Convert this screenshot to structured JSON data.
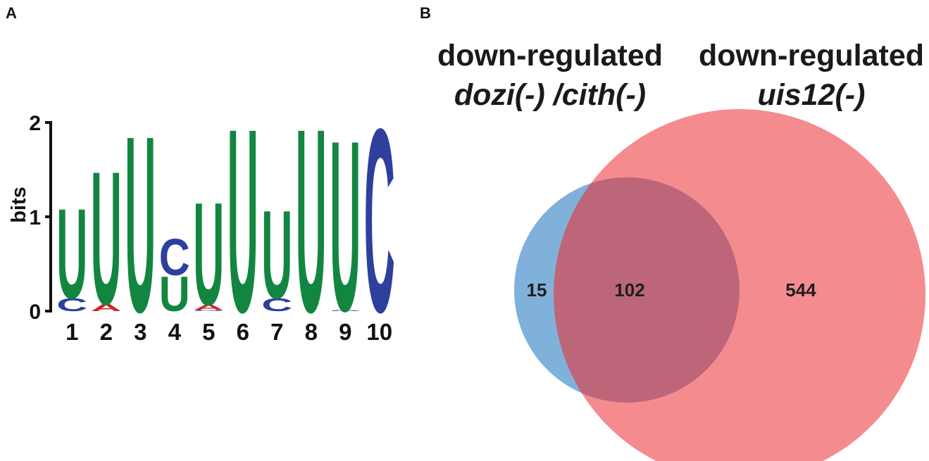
{
  "panel_a": {
    "label": "A",
    "chart_data": {
      "type": "sequence-logo",
      "ylabel": "bits",
      "ylim": [
        0,
        2
      ],
      "yticks": [
        "0",
        "1",
        "2"
      ],
      "positions": [
        "1",
        "2",
        "3",
        "4",
        "5",
        "6",
        "7",
        "8",
        "9",
        "10"
      ],
      "stacks": [
        [
          {
            "letter": "C",
            "bits": 0.14
          },
          {
            "letter": "U",
            "bits": 0.98
          }
        ],
        [
          {
            "letter": "A",
            "bits": 0.08
          },
          {
            "letter": "U",
            "bits": 1.45
          }
        ],
        [
          {
            "letter": "U",
            "bits": 1.92
          }
        ],
        [
          {
            "letter": "U",
            "bits": 0.38
          },
          {
            "letter": "C",
            "bits": 0.4
          }
        ],
        [
          {
            "letter": "G",
            "bits": 0.01
          },
          {
            "letter": "A",
            "bits": 0.06
          },
          {
            "letter": "U",
            "bits": 1.12
          }
        ],
        [
          {
            "letter": "U",
            "bits": 2.0
          }
        ],
        [
          {
            "letter": "C",
            "bits": 0.14
          },
          {
            "letter": "U",
            "bits": 0.96
          }
        ],
        [
          {
            "letter": "U",
            "bits": 2.0
          }
        ],
        [
          {
            "letter": "G",
            "bits": 0.01
          },
          {
            "letter": "U",
            "bits": 1.86
          }
        ],
        [
          {
            "letter": "C",
            "bits": 2.0
          }
        ]
      ],
      "colors": {
        "U": "#128641",
        "C": "#2e3f9e",
        "A": "#d2232a",
        "G": "#2e3f9e"
      }
    }
  },
  "panel_b": {
    "label": "B",
    "set_left": {
      "title_line1": "down-regulated",
      "title_line2": "dozi(-) /cith(-)",
      "color": "#7fb1da"
    },
    "set_right": {
      "title_line1": "down-regulated",
      "title_line2": "uis12(-)",
      "color": "#f48b8f"
    },
    "overlap_color": "#bd6679",
    "counts": {
      "left_only": "15",
      "both": "102",
      "right_only": "544"
    }
  }
}
